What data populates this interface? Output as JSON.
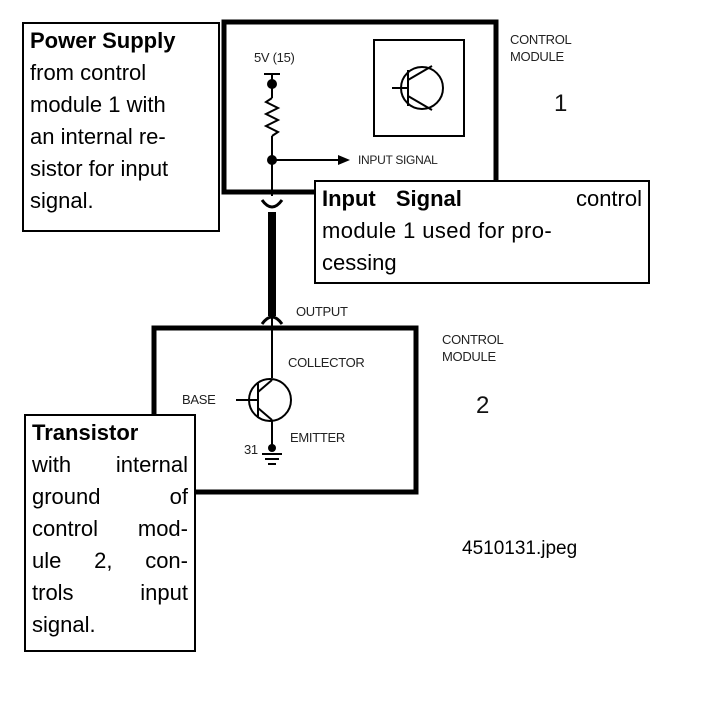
{
  "module1": {
    "label_line1": "CONTROL",
    "label_line2": "MODULE",
    "number": "1"
  },
  "module2": {
    "label_line1": "CONTROL",
    "label_line2": "MODULE",
    "number": "2"
  },
  "labels": {
    "supply_voltage": "5V (15)",
    "input_signal": "INPUT SIGNAL",
    "output": "OUTPUT",
    "collector": "COLLECTOR",
    "base": "BASE",
    "emitter": "EMITTER",
    "ground_terminal": "31"
  },
  "callouts": {
    "power_supply": {
      "title": "Power Supply",
      "line1": "from control",
      "line2": "module 1 with",
      "line3": "an internal re-",
      "line4": "sistor for input",
      "line5": "signal."
    },
    "input_signal": {
      "title": "Input Signal",
      "line1": "control",
      "line2": "module 1 used for pro-",
      "line3": "cessing"
    },
    "transistor": {
      "title": "Transistor",
      "line1": "with internal",
      "line2": "ground of",
      "line3": "control mod-",
      "line4": "ule 2, con-",
      "line5": "trols input",
      "line6": "signal."
    }
  },
  "filename": "4510131.jpeg"
}
